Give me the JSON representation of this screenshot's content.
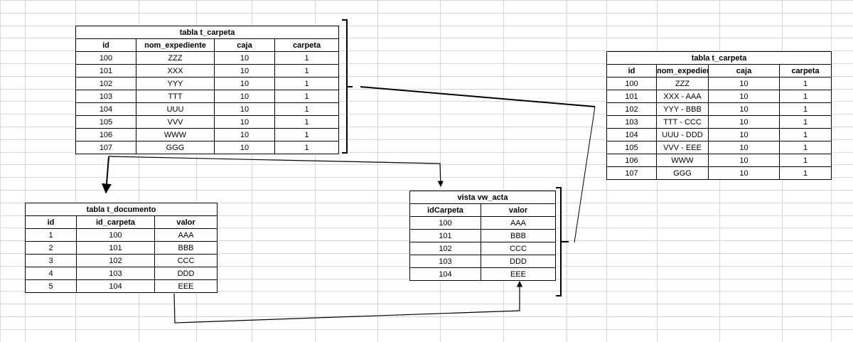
{
  "tables": {
    "t_carpeta_orig": {
      "title": "tabla t_carpeta",
      "headers": [
        "id",
        "nom_expediente",
        "caja",
        "carpeta"
      ],
      "rows": [
        [
          "100",
          "ZZZ",
          "10",
          "1"
        ],
        [
          "101",
          "XXX",
          "10",
          "1"
        ],
        [
          "102",
          "YYY",
          "10",
          "1"
        ],
        [
          "103",
          "TTT",
          "10",
          "1"
        ],
        [
          "104",
          "UUU",
          "10",
          "1"
        ],
        [
          "105",
          "VVV",
          "10",
          "1"
        ],
        [
          "106",
          "WWW",
          "10",
          "1"
        ],
        [
          "107",
          "GGG",
          "10",
          "1"
        ]
      ]
    },
    "t_documento": {
      "title": "tabla t_documento",
      "headers": [
        "id",
        "id_carpeta",
        "valor"
      ],
      "rows": [
        [
          "1",
          "100",
          "AAA"
        ],
        [
          "2",
          "101",
          "BBB"
        ],
        [
          "3",
          "102",
          "CCC"
        ],
        [
          "4",
          "103",
          "DDD"
        ],
        [
          "5",
          "104",
          "EEE"
        ]
      ]
    },
    "vw_acta": {
      "title": "vista vw_acta",
      "headers": [
        "idCarpeta",
        "valor"
      ],
      "rows": [
        [
          "100",
          "AAA"
        ],
        [
          "101",
          "BBB"
        ],
        [
          "102",
          "CCC"
        ],
        [
          "103",
          "DDD"
        ],
        [
          "104",
          "EEE"
        ]
      ]
    },
    "t_carpeta_result": {
      "title": "tabla t_carpeta",
      "headers": [
        "id",
        "nom_expediente",
        "caja",
        "carpeta"
      ],
      "rows": [
        [
          "100",
          "ZZZ",
          "10",
          "1"
        ],
        [
          "101",
          "XXX - AAA",
          "10",
          "1"
        ],
        [
          "102",
          "YYY - BBB",
          "10",
          "1"
        ],
        [
          "103",
          "TTT - CCC",
          "10",
          "1"
        ],
        [
          "104",
          "UUU - DDD",
          "10",
          "1"
        ],
        [
          "105",
          "VVV - EEE",
          "10",
          "1"
        ],
        [
          "106",
          "WWW",
          "10",
          "1"
        ],
        [
          "107",
          "GGG",
          "10",
          "1"
        ]
      ]
    }
  },
  "colors": {
    "gridline": "#d9d9d9",
    "border": "#000000",
    "background": "#ffffff"
  }
}
